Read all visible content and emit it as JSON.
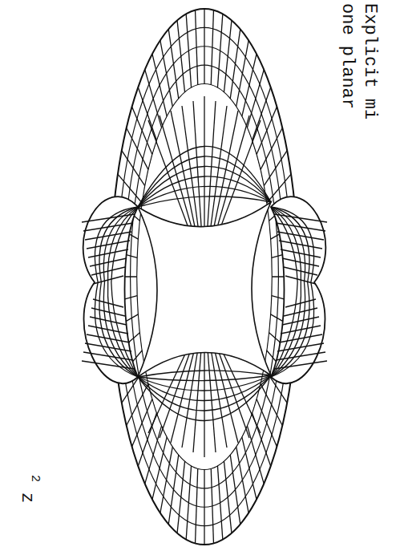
{
  "diagram": {
    "labels": [
      "Explicit mi",
      "one planar",
      "z",
      "2"
    ]
  }
}
